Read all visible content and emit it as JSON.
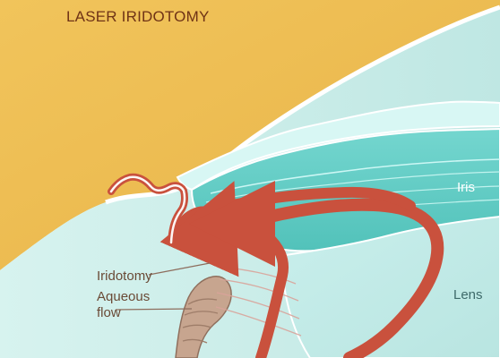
{
  "title": "LASER IRIDOTOMY",
  "labels": {
    "iris": "Iris",
    "lens": "Lens",
    "iridotomy": "Iridotomy",
    "aqueous_line1": "Aqueous",
    "aqueous_line2": "flow"
  },
  "colors": {
    "background": "#ffffff",
    "cornea_sclera": "#efbf57",
    "anterior_chamber": "#c9ece7",
    "iris": "#6fd0c8",
    "lens": "#c7ecea",
    "aqueous_arrow": "#c9513d",
    "title_text": "#6f3316",
    "label_text": "#6a4a36",
    "lens_label_text": "#3e6a6a",
    "iris_label_text": "#ffffff"
  },
  "icons": [
    "aqueous-flow-arrow-icon",
    "laser-iridotomy-hole-icon"
  ]
}
